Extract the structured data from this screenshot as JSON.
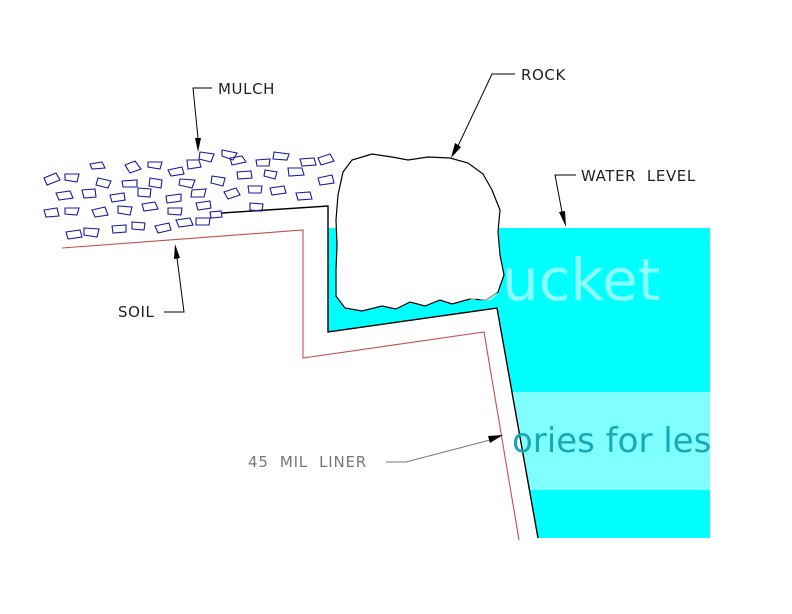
{
  "labels": {
    "mulch": "MULCH",
    "rock": "ROCK",
    "water_level": "WATER  LEVEL",
    "soil": "SOIL",
    "liner": "45  MIL  LINER"
  },
  "watermark": {
    "line1": "bucket",
    "line2": "ories for les"
  },
  "colors": {
    "water": "#00ffff",
    "liner": "#c0504d",
    "mulch": "#1a1aa0",
    "outline": "#000000",
    "watermark_band": "#80ffff"
  }
}
